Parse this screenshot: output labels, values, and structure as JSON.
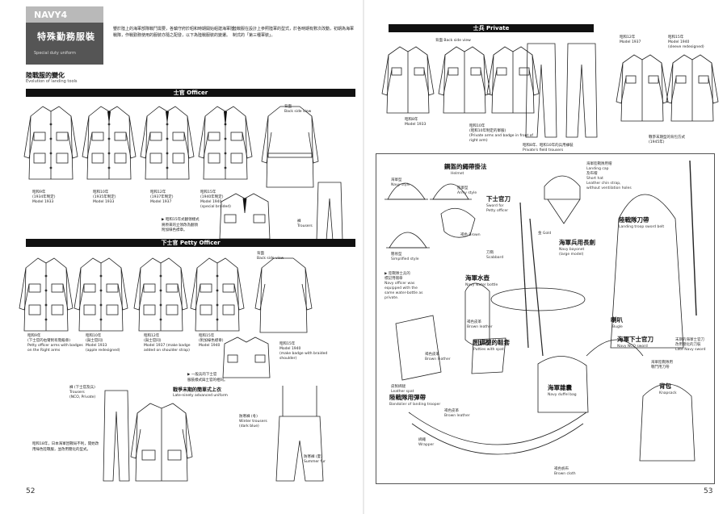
{
  "left": {
    "tab": "NAVY4",
    "header_title": "特殊勤務服裝",
    "header_sub": "Special duty uniform",
    "intro_1": "鑒於陸上的海軍部隊戰鬥需要，各鎮守府於昭和時期開始組建海軍陸戰隊，作戰勤務使用的服裝亦隨之配發，以下為陸戰服裝的變遷。",
    "intro_2": "陸戰服在設計上參照陸軍的型式，於各時期有數次改動，初期為海軍制式的「第三種軍裝」。",
    "section_title": "陸戰服的變化",
    "section_sub": "Evolution of landing tools",
    "officer_bar": "士官 Officer",
    "petty_bar": "下士官 Petty Officer",
    "officer_captions": [
      "昭和9年\n(1934年制定)\nModel 1933",
      "昭和10年\n(1935年制定)\nModel 1933",
      "昭和12年\n(1937年制定)\nModel 1937",
      "昭和15年\n(1940年制定)\nModel 1940\n(special braided)"
    ],
    "officer_back": "背面\nBack side view",
    "officer_note": "▶ 昭和15年式翻領樣式\n將原來的立領改為翻領\n附加綠色襟章。",
    "trousers": "褲\nTrousers",
    "petty_captions": [
      "昭和9年\n(下士官的右臂附有階級章)\nPetty officer arms with badges\non the Right arms",
      "昭和10年\n(與士官同)\nModel 1933\n(apple redesigned)",
      "昭和12年\n(與士官同)\nModel 1937 (make badge\nadded on shoulder strap)",
      "昭和15年\n(附加綠色襟章)\nModel 1940"
    ],
    "petty_back": "背面\nBack side view",
    "petty_1940": "昭和15年\nModel 1940\n(make badge with braided\nshoulder)",
    "petty_note": "▶ 一般兵的下士官\n服裝樣式與士官的相同。",
    "late_label": "戰爭末期的簡單式上衣",
    "late_sub": "Late-ninety advanced uniform",
    "bottom_trousers": "褲 (下士官及兵)\nTrousers\n(NCO, Private)",
    "overalls": "防寒褲 (冬)\nWinter trousers\n(dark blue)",
    "right_fig": "防寒褲 (夏)\nSummer fur",
    "bottom_note": "昭和18年，日本海軍因戰局不利，開始改用綠色陸戰服，並改用簡化的型式。",
    "page_no": "52"
  },
  "right": {
    "private_bar": "士兵 Private",
    "private_back": "背面 Back side view",
    "private_captions": [
      "昭和8年\nModel 1933",
      "昭和10年\n(昭和10年制定的軍服)\n(Private arms and badge in front of\nright arm)",
      "昭和12年\nModel 1937",
      "昭和15年\nModel 1940\n(sleeve redesigned)"
    ],
    "trousers_caption": "昭和8年、昭和10年的兵用褲裝\nPrivate's field trousers",
    "late_caption": "戰爭末期型的背包方式\n(1945年)",
    "equip": {
      "helmet_title": "鋼盔的繩帶掛法",
      "helmet_sub": "Helmet",
      "navy_style": "海軍型\nNavy style",
      "army_style": "陸軍型\nArmy style",
      "simplified": "簡易型\nSimplified style",
      "private_helmet": "▶ 陸戰隊士兵的\n標記用帽章\nNavy officer was\nequipped with the\nsame water-bottle as\nprivate.",
      "cap_note": "海軍陸戰隊用帽\nLanding cap\n及布帽\nShort hat\nLeather chin strap,\nwithout ventilation holes",
      "nco_sword": "下士官刀",
      "nco_sword_sub": "Sword for\nPetty officer",
      "belt": "陸戰隊刀帶",
      "belt_sub": "Landing troop sword belt",
      "bayonet": "海軍兵用長劍",
      "bayonet_sub": "Navy bayonet\n(large model)",
      "sword_no": "刀鞘\nScabbard",
      "water": "海軍水壺",
      "water_sub": "Navy water bottle",
      "attached": "附綁腿的鞋套",
      "attached_sub": "Putties with spat",
      "bugle": "喇叭",
      "bugle_sub": "Bugle",
      "nco_sword2": "海軍下士官刀",
      "nco_sword2_sub": "Navy NCO sword",
      "shoes": "海軍雜囊",
      "shoes_sub": "Navy duffel bag",
      "ammo": "陸戰隊用彈帶",
      "ammo_sub": "Bandolier of landing trooper",
      "pack": "背包",
      "pack_sub": "Knapsack",
      "leather": "皮製綁腿\nLeather spat",
      "brown": "褐色皮革\nBrown leather",
      "brown2": "褐色皮革\nBrown leather",
      "brown3": "褐色皮革\nBrown leather",
      "canvas": "褐色帆布\nBrown cloth",
      "brown_hat": "褐色 Brown",
      "navy_sword_note": "末期的海軍士官刀\n改用簡化的刀裝\nLate Navy sword",
      "navy_sword_note2": "海軍陸戰隊用\n戰鬥用刀帶",
      "gold": "金 Gold",
      "wrapper": "綁繩\nWrapper"
    },
    "page_no": "53"
  }
}
